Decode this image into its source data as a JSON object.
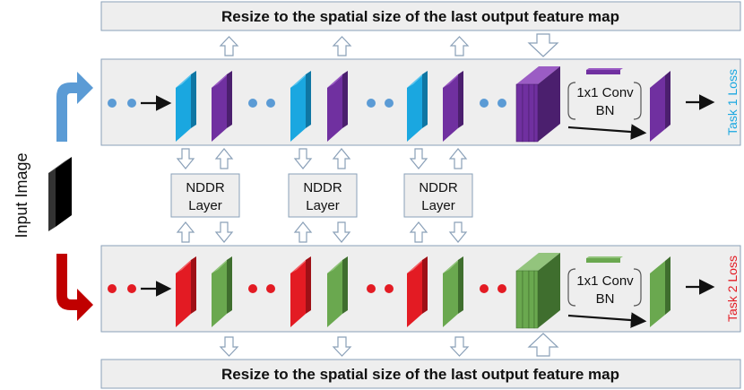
{
  "diagram": {
    "resize_top_label": "Resize to the spatial size of the last output feature map",
    "resize_bottom_label": "Resize to the spatial size of the last output feature map",
    "input_label": "Input Image",
    "task1_loss_label": "Task 1 Loss",
    "task2_loss_label": "Task 2 Loss",
    "nddr_layers": [
      {
        "line1": "NDDR",
        "line2": "Layer"
      },
      {
        "line1": "NDDR",
        "line2": "Layer"
      },
      {
        "line1": "NDDR",
        "line2": "Layer"
      }
    ],
    "conv_top": {
      "line1": "1x1 Conv",
      "line2": "BN"
    },
    "conv_bottom": {
      "line1": "1x1 Conv",
      "line2": "BN"
    }
  },
  "colors": {
    "task1_feature": "#1aa7e0",
    "task1_feature_side": "#0f76a3",
    "task1_purple": "#7030a0",
    "task1_purple_side": "#4b1f6e",
    "task2_red": "#e31b23",
    "task2_red_side": "#9e1016",
    "task2_green": "#6aa84f",
    "task2_green_side": "#3f6e2e",
    "dots_blue": "#5b9bd5",
    "dots_red": "#e31b23",
    "band_fill": "#eeeeee",
    "task1_loss_text": "#1aa7e0",
    "task2_loss_text": "#e31b23"
  },
  "icons": [
    "hollow-arrow-icon",
    "curved-arrow-icon",
    "arrow-right-icon"
  ]
}
